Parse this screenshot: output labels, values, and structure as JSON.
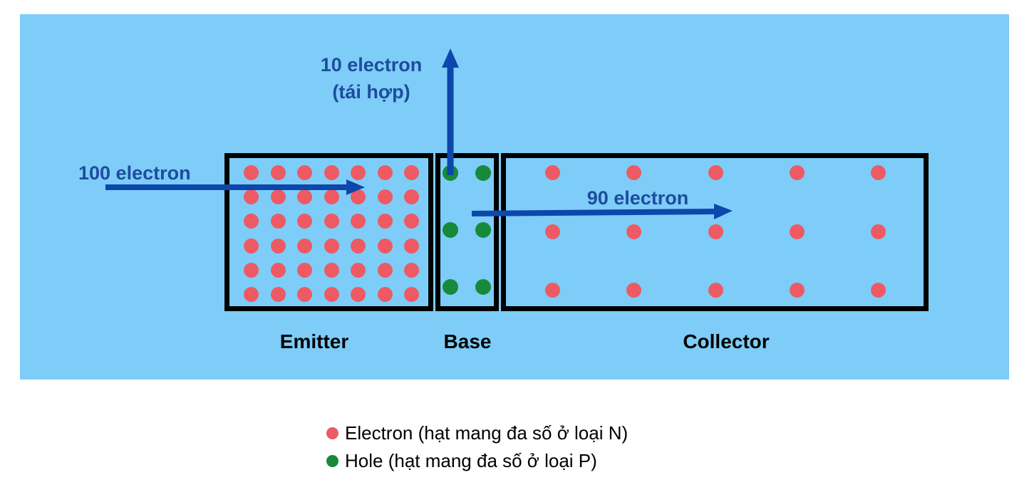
{
  "diagram": {
    "regions": [
      {
        "name": "Emitter",
        "particles": {
          "type": "electron",
          "rows": 6,
          "cols": 7,
          "count": 42
        }
      },
      {
        "name": "Base",
        "particles": {
          "type": "hole",
          "rows": 3,
          "cols": 2,
          "count": 6
        }
      },
      {
        "name": "Collector",
        "particles": {
          "type": "electron",
          "rows": 3,
          "cols": 5,
          "count": 15
        }
      }
    ],
    "arrows": [
      {
        "name": "emitter-injection-arrow",
        "label": "100 electron",
        "direction": "right"
      },
      {
        "name": "base-recombination-arrow",
        "label_line1": "10 electron",
        "label_line2": "(tái hợp)",
        "direction": "up"
      },
      {
        "name": "collector-current-arrow",
        "label": "90 electron",
        "direction": "right"
      }
    ],
    "legend": [
      {
        "type": "electron",
        "label": "Electron (hạt mang đa số ở loại N)"
      },
      {
        "type": "hole",
        "label": "Hole (hạt mang đa số ở loại P)"
      }
    ],
    "colors": {
      "background": "#7DCDF8",
      "electron": "#EE5A63",
      "hole": "#17893B",
      "arrow": "#0C47AC",
      "arrow_text": "#1E4C9E",
      "label_text": "#000000"
    }
  }
}
